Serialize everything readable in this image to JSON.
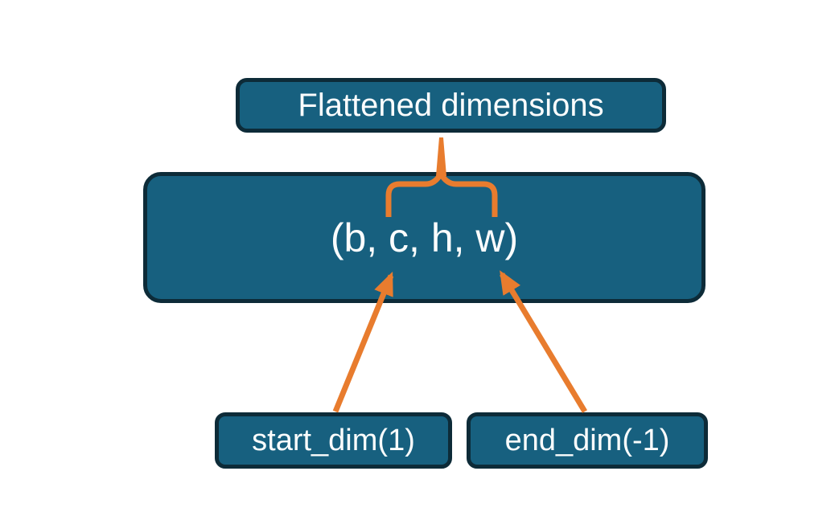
{
  "diagram": {
    "title_box": {
      "label": "Flattened dimensions"
    },
    "tensor_box": {
      "label": "(b, c, h, w)"
    },
    "param_boxes": [
      {
        "label": "start_dim(1)"
      },
      {
        "label": "end_dim(-1)"
      }
    ],
    "connectors": {
      "brace": "overbrace spanning dims c,h,w pointing up to Flattened dimensions box",
      "arrows": [
        "start_dim arrow points to dim c",
        "end_dim arrow points to dim w"
      ]
    }
  },
  "colors": {
    "box_fill": "#17607f",
    "box_border": "#0d2b38",
    "text": "#fbfdfd",
    "connector_orange": "#e87c2e",
    "background": "#ffffff"
  }
}
